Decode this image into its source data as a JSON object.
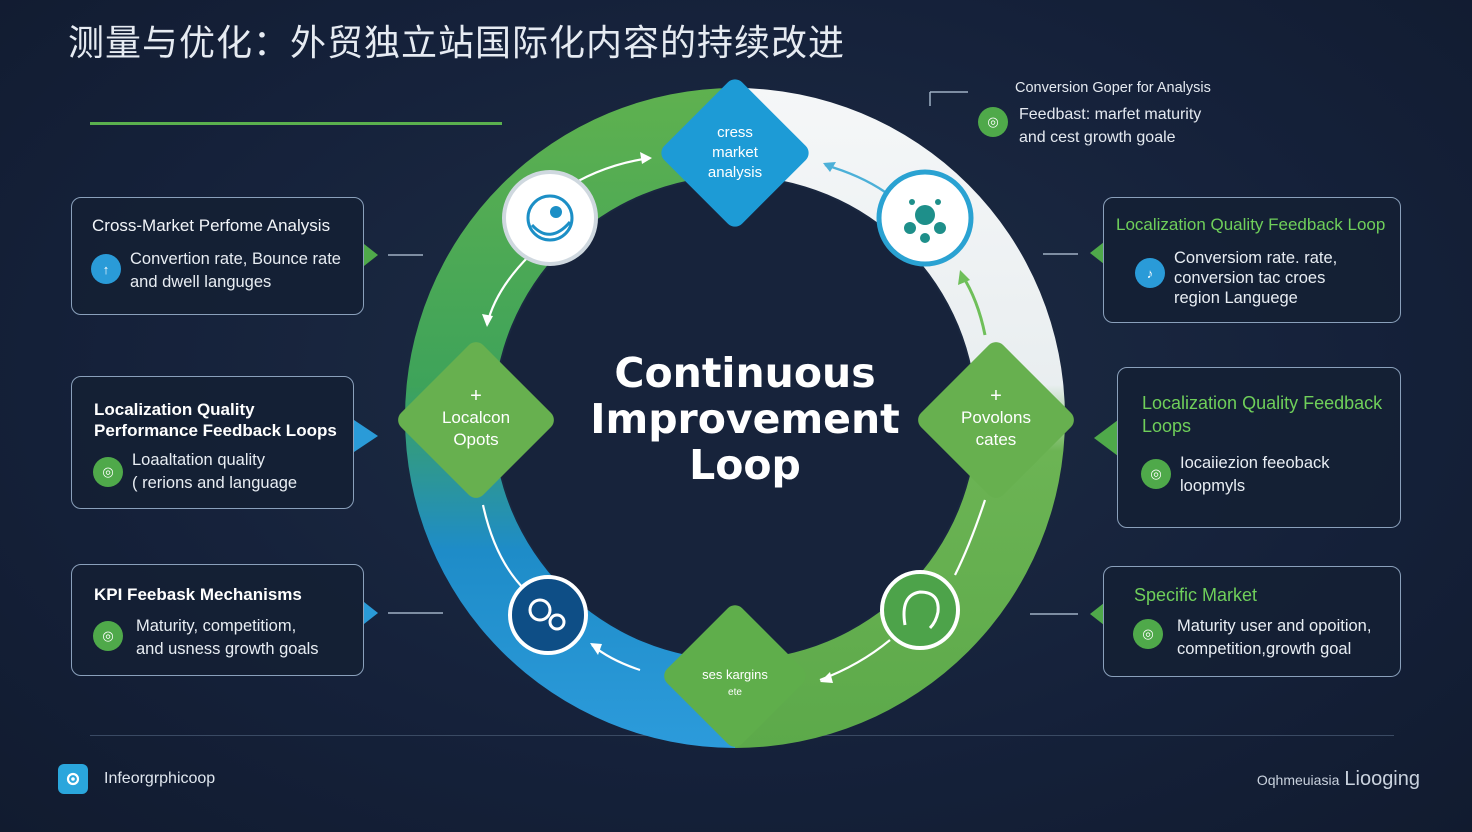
{
  "title": "测量与优化：外贸独立站国际化内容的持续改进",
  "center": {
    "line1": "Continuous",
    "line2": "Improvement",
    "line3": "Loop"
  },
  "diamonds": {
    "top": {
      "line1": "cress",
      "line2": "market",
      "line3": "analysis"
    },
    "left": {
      "plus": "+",
      "line1": "Localcon",
      "line2": "Opots"
    },
    "right": {
      "plus": "+",
      "line1": "Povolons",
      "line2": "cates"
    },
    "bottom": {
      "line1": "ses kargins",
      "line2": "ete"
    }
  },
  "top_note": {
    "header": "Conversion Goper for Analysis",
    "line1": "Feedbast: marfet maturity",
    "line2": "and cest growth goale"
  },
  "left_cards": [
    {
      "title": "Cross-Market Perfome Analysis",
      "icon": "↑",
      "line1": "Convertion rate, Bounce rate",
      "line2": "and dwell languges"
    },
    {
      "title1": "Localization Quality",
      "title2": "Performance Feedback Loops",
      "icon": "◎",
      "line1": "Loaaltation quality",
      "line2": "( rerions  and language"
    },
    {
      "title": "KPI Feebask Mechanisms",
      "icon": "◎",
      "line1": "Maturity, competitiom,",
      "line2": "and usness growth goals"
    }
  ],
  "right_cards": [
    {
      "title": "Localization Quality Feedback Loop",
      "icon": "♪",
      "line1": "Conversiom rate. rate,",
      "line2": "conversion tac croes",
      "line3": "region Languege"
    },
    {
      "title1": "Localization Quality Feedback",
      "title2": "Loops",
      "icon": "◎",
      "line1": "Iocaiiezion feeoback",
      "line2": "loopmyls"
    },
    {
      "title": "Specific Market",
      "icon": "◎",
      "line1": "Maturity user and opoition,",
      "line2": "competition,growth goal"
    }
  ],
  "footer": {
    "left": "Infeorgrphicoop",
    "right_small": "Oqhmeuiasia",
    "right_big": "Liooging"
  },
  "colors": {
    "green": "#5ab04e",
    "blue": "#2a9bd8",
    "bg": "#15213a"
  },
  "icons": [
    "gear-hand-icon",
    "network-people-icon",
    "gears-icon",
    "head-gear-icon",
    "logo-icon"
  ]
}
